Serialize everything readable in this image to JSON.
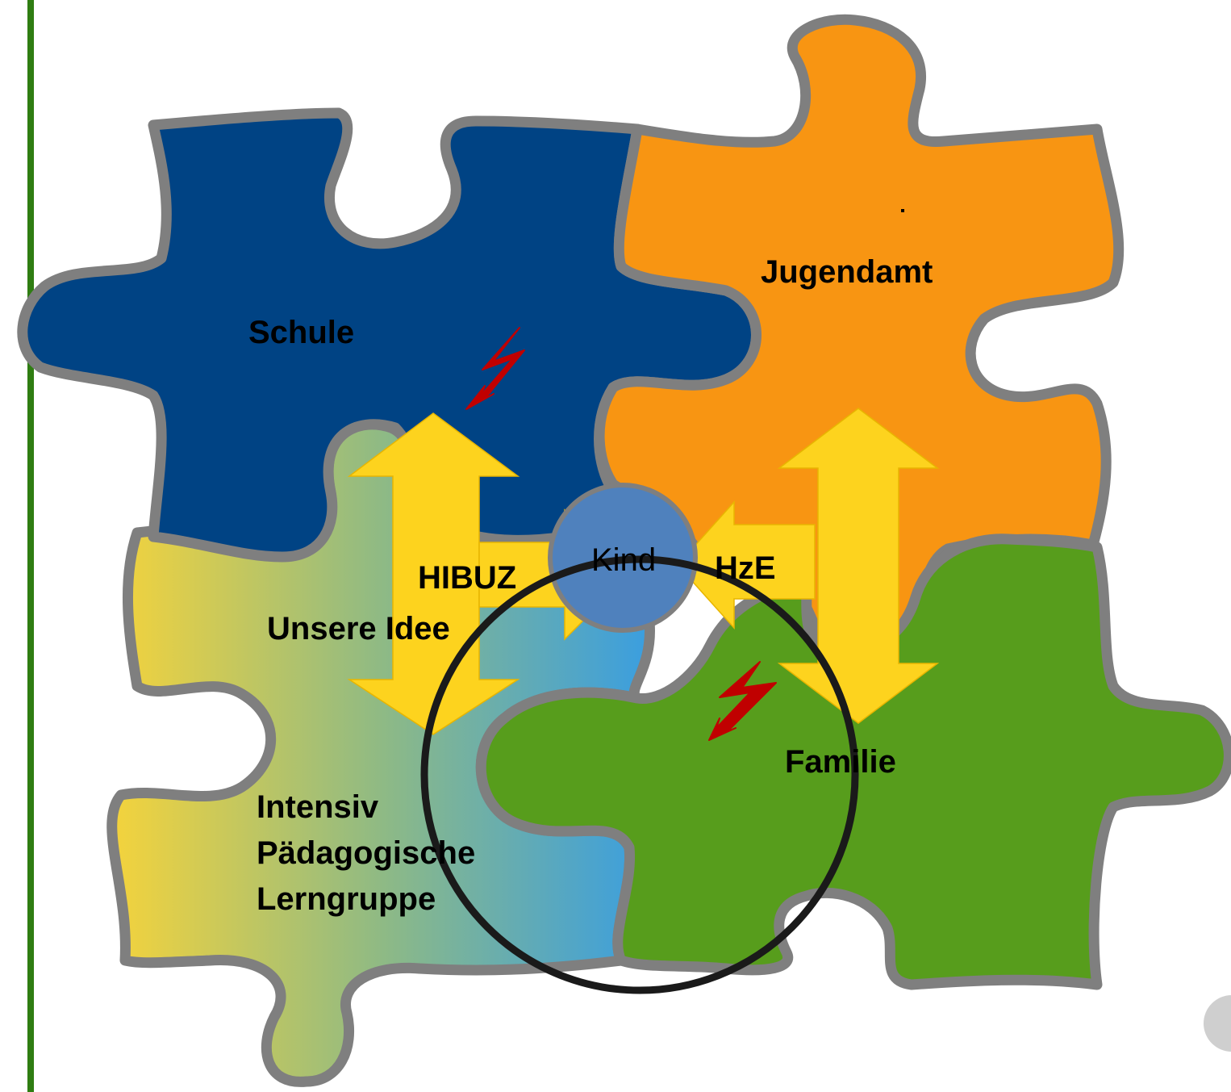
{
  "pieces": {
    "schule": {
      "label": "Schule",
      "color": "#004384"
    },
    "jugendamt": {
      "label": "Jugendamt",
      "color": "#f89512"
    },
    "familie": {
      "label": "Familie",
      "color": "#579d1c"
    },
    "lerngruppe": {
      "lines": [
        "Intensiv",
        "Pädagogische",
        "Lerngruppe"
      ],
      "gradient": [
        "#f4d33c",
        "#8fba84",
        "#3a9ee0"
      ]
    }
  },
  "center": {
    "label": "Kind",
    "color": "#4f81bd"
  },
  "connectors": {
    "left": "HIBUZ",
    "right": "HzE",
    "left_sub": "Unsere Idee"
  },
  "jugendamt_marker": ".",
  "colors": {
    "arrow": "#fdd31e",
    "arrow_stroke": "#e8b500",
    "outline": "#7f7f7f",
    "lightning": "#c00000",
    "circle": "#1a1a1a",
    "side_rule": "#2f7d12"
  }
}
